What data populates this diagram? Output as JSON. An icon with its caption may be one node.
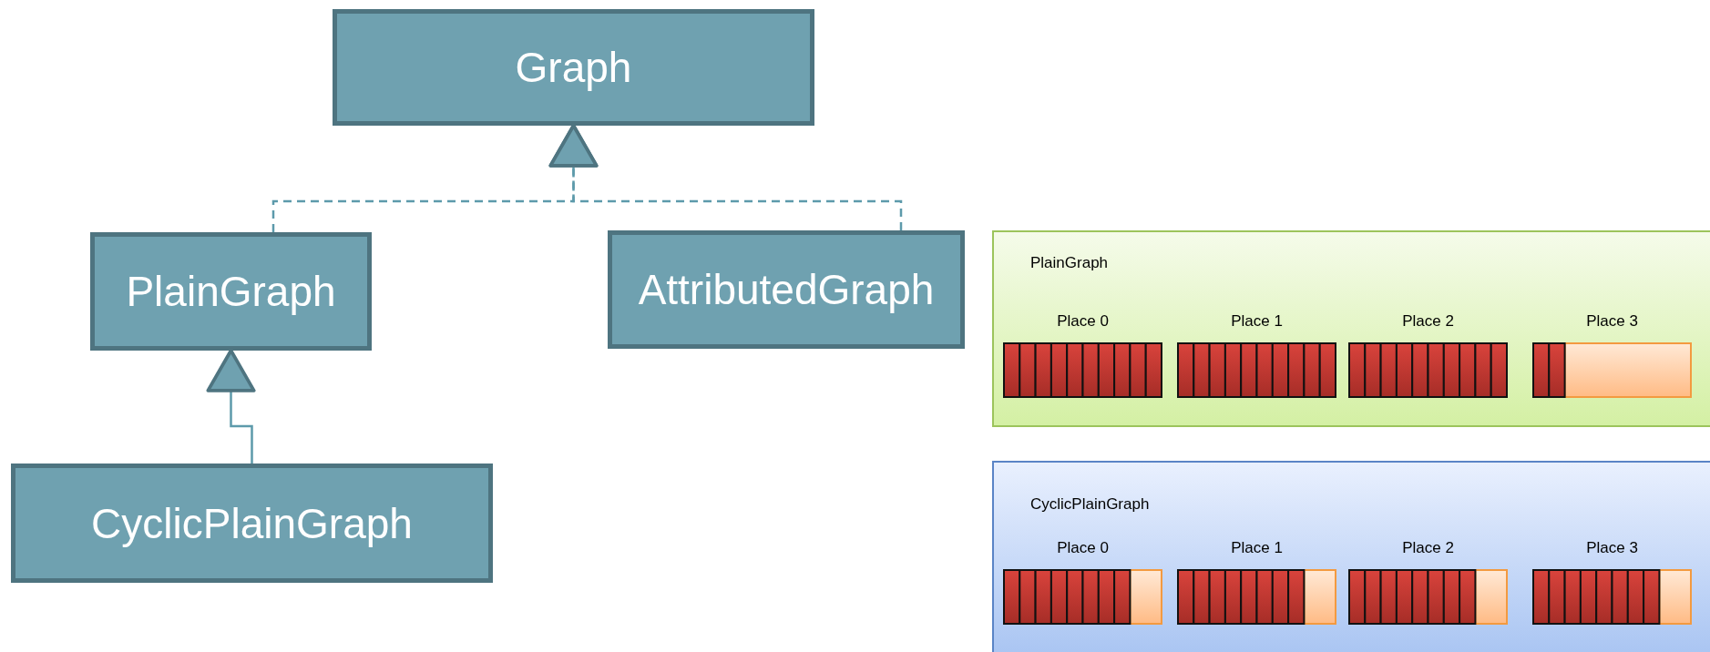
{
  "diagram": {
    "nodes": [
      {
        "text": [
          "Graph"
        ]
      },
      {
        "text": [
          "PlainGraph"
        ]
      },
      {
        "text": [
          "AttributedGraph"
        ]
      },
      {
        "text": [
          "CyclicPlainGraph"
        ]
      },
      {
        "text": [
          "PlainGraph"
        ]
      },
      {
        "text": [
          "Place 0"
        ],
        "in": 4
      },
      {
        "text": [
          "Place 1"
        ],
        "in": 4
      },
      {
        "text": [
          "Place 2"
        ],
        "in": 4
      },
      {
        "text": [
          "Place 3"
        ],
        "in": 4
      },
      {
        "text": [
          "CyclicPlainGraph"
        ]
      },
      {
        "text": [
          "Place 0"
        ],
        "in": 9
      },
      {
        "text": [
          "Place 1"
        ],
        "in": 9
      },
      {
        "text": [
          "Place 2"
        ],
        "in": 9
      },
      {
        "text": [
          "Place 3"
        ],
        "in": 9
      }
    ],
    "edges": [
      {
        "from": 1,
        "to": 0,
        "arrow": "to",
        "style": "dashed"
      },
      {
        "from": 2,
        "to": 0,
        "arrow": "to",
        "style": "dashed"
      },
      {
        "from": 3,
        "to": 1,
        "arrow": "to"
      }
    ]
  }
}
